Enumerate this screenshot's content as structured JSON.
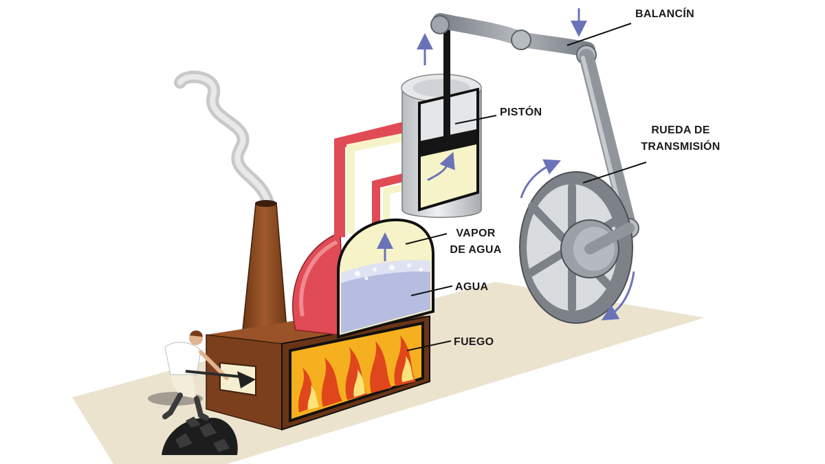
{
  "labels": {
    "balancin": "BALANCÍN",
    "piston": "PISTÓN",
    "rueda_1": "RUEDA DE",
    "rueda_2": "TRANSMISIÓN",
    "vapor_1": "VAPOR",
    "vapor_2": "DE AGUA",
    "agua": "AGUA",
    "fuego": "FUEGO"
  },
  "colors": {
    "ground": "#ece3cf",
    "brick": "#7b3f1d",
    "fire": "#f6b01f",
    "flame": "#e0461c",
    "water": "#b7bde0",
    "steam": "#f6f3c8",
    "boiler_red": "#e04b55",
    "metal": "#9aa0a6",
    "arrow": "#6b73b8"
  },
  "icons": [
    "smoke-icon",
    "stoker-figure-icon",
    "coal-pile-icon",
    "direction-arrow-icon"
  ]
}
